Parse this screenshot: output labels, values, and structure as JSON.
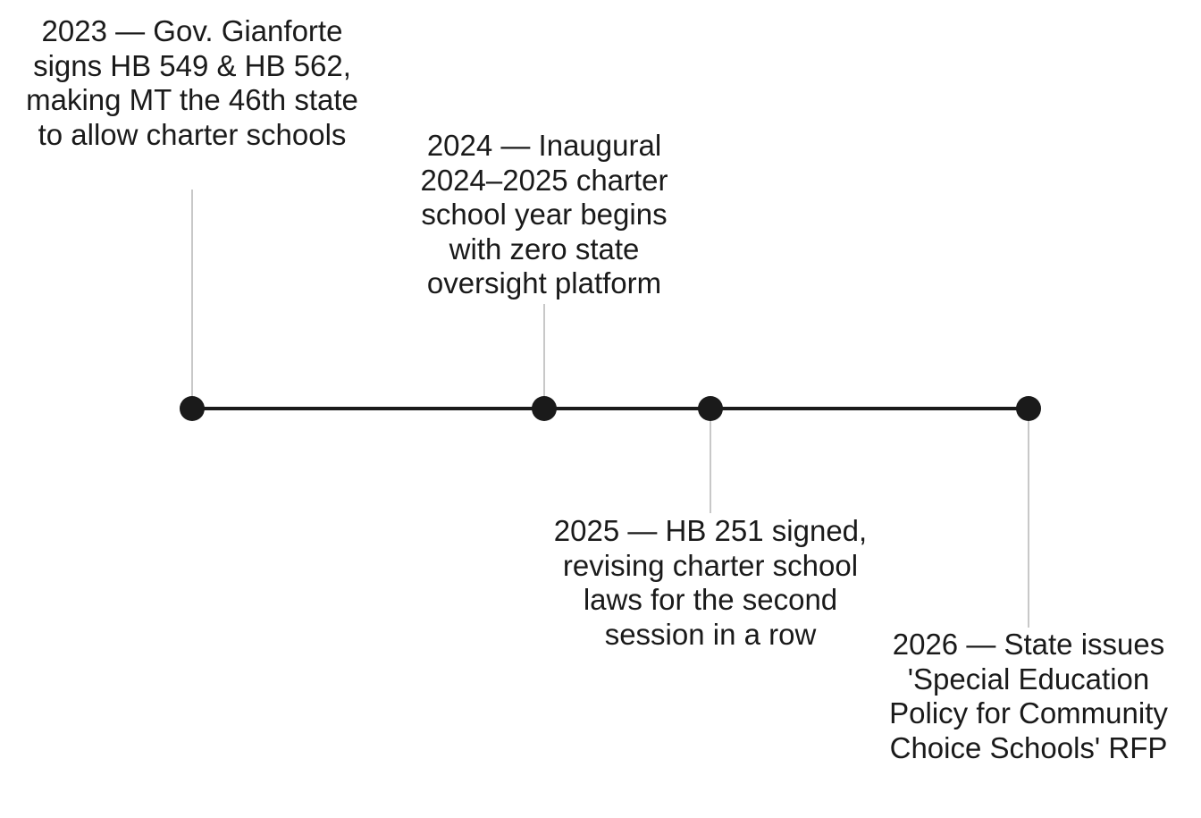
{
  "colors": {
    "line": "#1a1a1a",
    "dot": "#1a1a1a",
    "connector": "#c8c8c8",
    "text": "#1a1a1a"
  },
  "events": [
    {
      "year": "2023",
      "label": "2023 — Gov. Gianforte signs HB 549 & HB 562, making MT the 46th state to allow charter schools",
      "position": "above"
    },
    {
      "year": "2024",
      "label": "2024 — Inaugural 2024–2025 charter school year begins with zero state oversight platform",
      "position": "above"
    },
    {
      "year": "2025",
      "label": "2025 — HB 251 signed, revising charter school laws for the second session in a row",
      "position": "below"
    },
    {
      "year": "2026",
      "label": "2026 — State issues 'Special Education Policy for Community Choice Schools' RFP",
      "position": "below"
    }
  ]
}
